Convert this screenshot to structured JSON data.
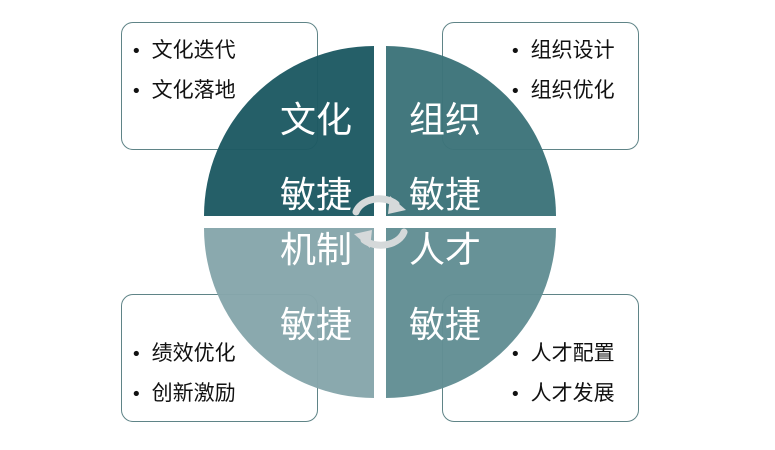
{
  "colors": {
    "q1": "#1e5a63",
    "q2": "#3d747a",
    "q3": "#86a6ab",
    "q4": "#628e94",
    "border": "#5f8487",
    "arrow": "#d5d9da"
  },
  "quadrants": {
    "top_left": {
      "word1": "文化",
      "word2": "敏捷"
    },
    "top_right": {
      "word1": "组织",
      "word2": "敏捷"
    },
    "bottom_left": {
      "word1": "机制",
      "word2": "敏捷"
    },
    "bottom_right": {
      "word1": "人才",
      "word2": "敏捷"
    }
  },
  "boxes": {
    "top_left": {
      "items": [
        "文化迭代",
        "文化落地"
      ]
    },
    "top_right": {
      "items": [
        "组织设计",
        "组织优化"
      ]
    },
    "bottom_left": {
      "items": [
        "绩效优化",
        "创新激励"
      ]
    },
    "bottom_right": {
      "items": [
        "人才配置",
        "人才发展"
      ]
    }
  },
  "icons": [
    "cycle-arrows-icon"
  ]
}
